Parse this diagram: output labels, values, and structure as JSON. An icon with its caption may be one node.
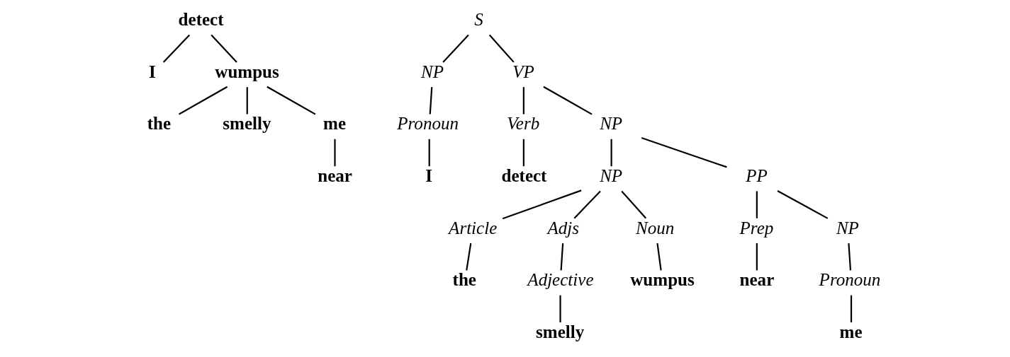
{
  "diagram": {
    "nodes": [
      {
        "text": [
          "detect"
        ]
      },
      {
        "text": [
          "I"
        ]
      },
      {
        "text": [
          "wumpus"
        ]
      },
      {
        "text": [
          "the"
        ]
      },
      {
        "text": [
          "smelly"
        ]
      },
      {
        "text": [
          "me"
        ]
      },
      {
        "text": [
          "near"
        ]
      },
      {
        "text": [
          "S"
        ]
      },
      {
        "text": [
          "NP"
        ]
      },
      {
        "text": [
          "VP"
        ]
      },
      {
        "text": [
          "Pronoun"
        ]
      },
      {
        "text": [
          "I"
        ]
      },
      {
        "text": [
          "Verb"
        ]
      },
      {
        "text": [
          "NP"
        ]
      },
      {
        "text": [
          "detect"
        ]
      },
      {
        "text": [
          "NP"
        ]
      },
      {
        "text": [
          "PP"
        ]
      },
      {
        "text": [
          "Article"
        ]
      },
      {
        "text": [
          "Adjs"
        ]
      },
      {
        "text": [
          "Noun"
        ]
      },
      {
        "text": [
          "Prep"
        ]
      },
      {
        "text": [
          "NP"
        ]
      },
      {
        "text": [
          "the"
        ]
      },
      {
        "text": [
          "Adjective"
        ]
      },
      {
        "text": [
          "wumpus"
        ]
      },
      {
        "text": [
          "near"
        ]
      },
      {
        "text": [
          "Pronoun"
        ]
      },
      {
        "text": [
          "smelly"
        ]
      },
      {
        "text": [
          "me"
        ]
      }
    ],
    "edges": [
      {
        "from": 0,
        "to": 1,
        "arrow": "none"
      },
      {
        "from": 0,
        "to": 2,
        "arrow": "none"
      },
      {
        "from": 2,
        "to": 3,
        "arrow": "none"
      },
      {
        "from": 2,
        "to": 4,
        "arrow": "none"
      },
      {
        "from": 2,
        "to": 5,
        "arrow": "none"
      },
      {
        "from": 5,
        "to": 6,
        "arrow": "none"
      },
      {
        "from": 7,
        "to": 8,
        "arrow": "none"
      },
      {
        "from": 7,
        "to": 9,
        "arrow": "none"
      },
      {
        "from": 8,
        "to": 10,
        "arrow": "none"
      },
      {
        "from": 10,
        "to": 11,
        "arrow": "none"
      },
      {
        "from": 9,
        "to": 12,
        "arrow": "none"
      },
      {
        "from": 9,
        "to": 13,
        "arrow": "none"
      },
      {
        "from": 12,
        "to": 14,
        "arrow": "none"
      },
      {
        "from": 13,
        "to": 15,
        "arrow": "none"
      },
      {
        "from": 13,
        "to": 16,
        "arrow": "none"
      },
      {
        "from": 15,
        "to": 17,
        "arrow": "none"
      },
      {
        "from": 15,
        "to": 18,
        "arrow": "none"
      },
      {
        "from": 15,
        "to": 19,
        "arrow": "none"
      },
      {
        "from": 16,
        "to": 20,
        "arrow": "none"
      },
      {
        "from": 16,
        "to": 21,
        "arrow": "none"
      },
      {
        "from": 17,
        "to": 22,
        "arrow": "none"
      },
      {
        "from": 18,
        "to": 23,
        "arrow": "none"
      },
      {
        "from": 19,
        "to": 24,
        "arrow": "none"
      },
      {
        "from": 20,
        "to": 25,
        "arrow": "none"
      },
      {
        "from": 21,
        "to": 26,
        "arrow": "none"
      },
      {
        "from": 23,
        "to": 27,
        "arrow": "none"
      },
      {
        "from": 26,
        "to": 28,
        "arrow": "none"
      }
    ]
  }
}
